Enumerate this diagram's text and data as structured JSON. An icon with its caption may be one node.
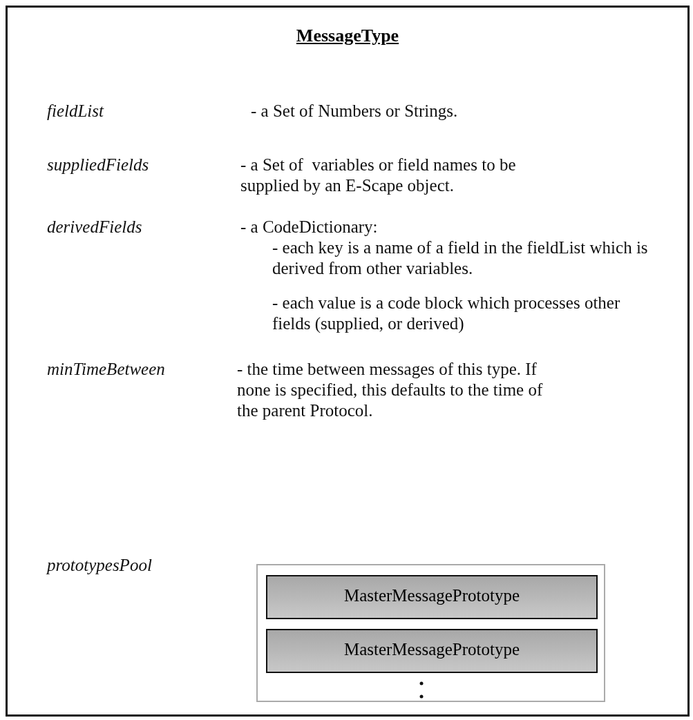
{
  "diagram": {
    "nodes": [
      {
        "text": [
          "MessageType"
        ]
      },
      {
        "text": [],
        "shape": "box",
        "in": 0
      },
      {
        "text": [
          "MasterMessagePrototype"
        ],
        "in": 1
      },
      {
        "text": [
          "MasterMessagePrototype"
        ],
        "in": 1
      }
    ],
    "labels": [
      "fieldList",
      "- a Set of Numbers or Strings.",
      "suppliedFields",
      "- a Set of  variables or field names to be supplied by an E-Scape object.",
      "derivedFields",
      "- a CodeDictionary:",
      "- each key is a name of a field in the fieldList which is derived from other variables.",
      "- each value is a code block which processes other fields (supplied, or derived)",
      "minTimeBetween",
      "- the time between messages of this type. If none is specified, this defaults to the time of the parent Protocol.",
      "prototypesPool"
    ]
  }
}
